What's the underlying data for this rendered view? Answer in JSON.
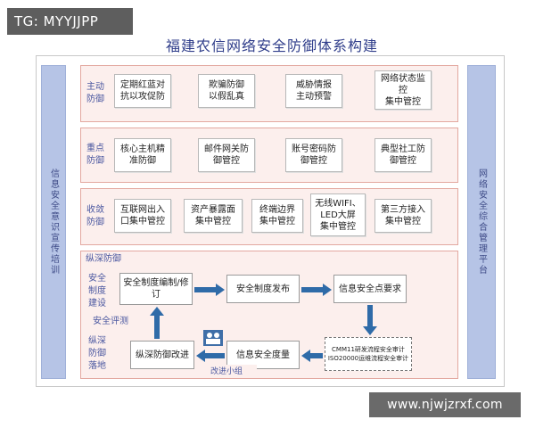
{
  "tag": "TG: MYYJJPP",
  "title": "福建农信网络安全防御体系构建",
  "left_sidebar": "信息安全意识宣传培训",
  "right_sidebar": "网络安全综合管理平台",
  "rows": [
    {
      "label": "主动\n防御",
      "boxes": [
        "定期红蓝对\n抗以攻促防",
        "欺骗防御\n以假乱真",
        "威胁情报\n主动预警",
        "网络状态监\n控\n集中管控"
      ]
    },
    {
      "label": "重点\n防御",
      "boxes": [
        "核心主机精\n准防御",
        "邮件网关防\n御管控",
        "账号密码防\n御管控",
        "典型社工防\n御管控"
      ]
    },
    {
      "label": "收敛\n防御",
      "boxes": [
        "互联网出入\n口集中管控",
        "资产暴露面\n集中管控",
        "终端边界\n集中管控",
        "无线WIFI、\nLED大屏\n集中管控",
        "第三方接入\n集中管控"
      ]
    }
  ],
  "depth": {
    "title": "纵深防御",
    "label_top": "安全\n制度\n建设",
    "label_mid": "安全评测",
    "label_bottom": "纵深\n防御\n落地",
    "boxes": {
      "policy_edit": "安全制度编制/修\n订",
      "policy_release": "安全制度发布",
      "key_requirements": "信息安全点要求",
      "improve": "纵深防御改进",
      "measure": "信息安全度量",
      "audit": "CMM11研发流程安全审计\nISO20000运维流程安全审计"
    },
    "group_label": "改进小组"
  },
  "watermark": "www.njwjzrxf.com",
  "colors": {
    "band_border": "#e3a8a0",
    "band_fill": "#fcefed",
    "sidebar_fill": "#b6c4e6",
    "arrow": "#2f6ba8",
    "title": "#2f3d8a"
  }
}
